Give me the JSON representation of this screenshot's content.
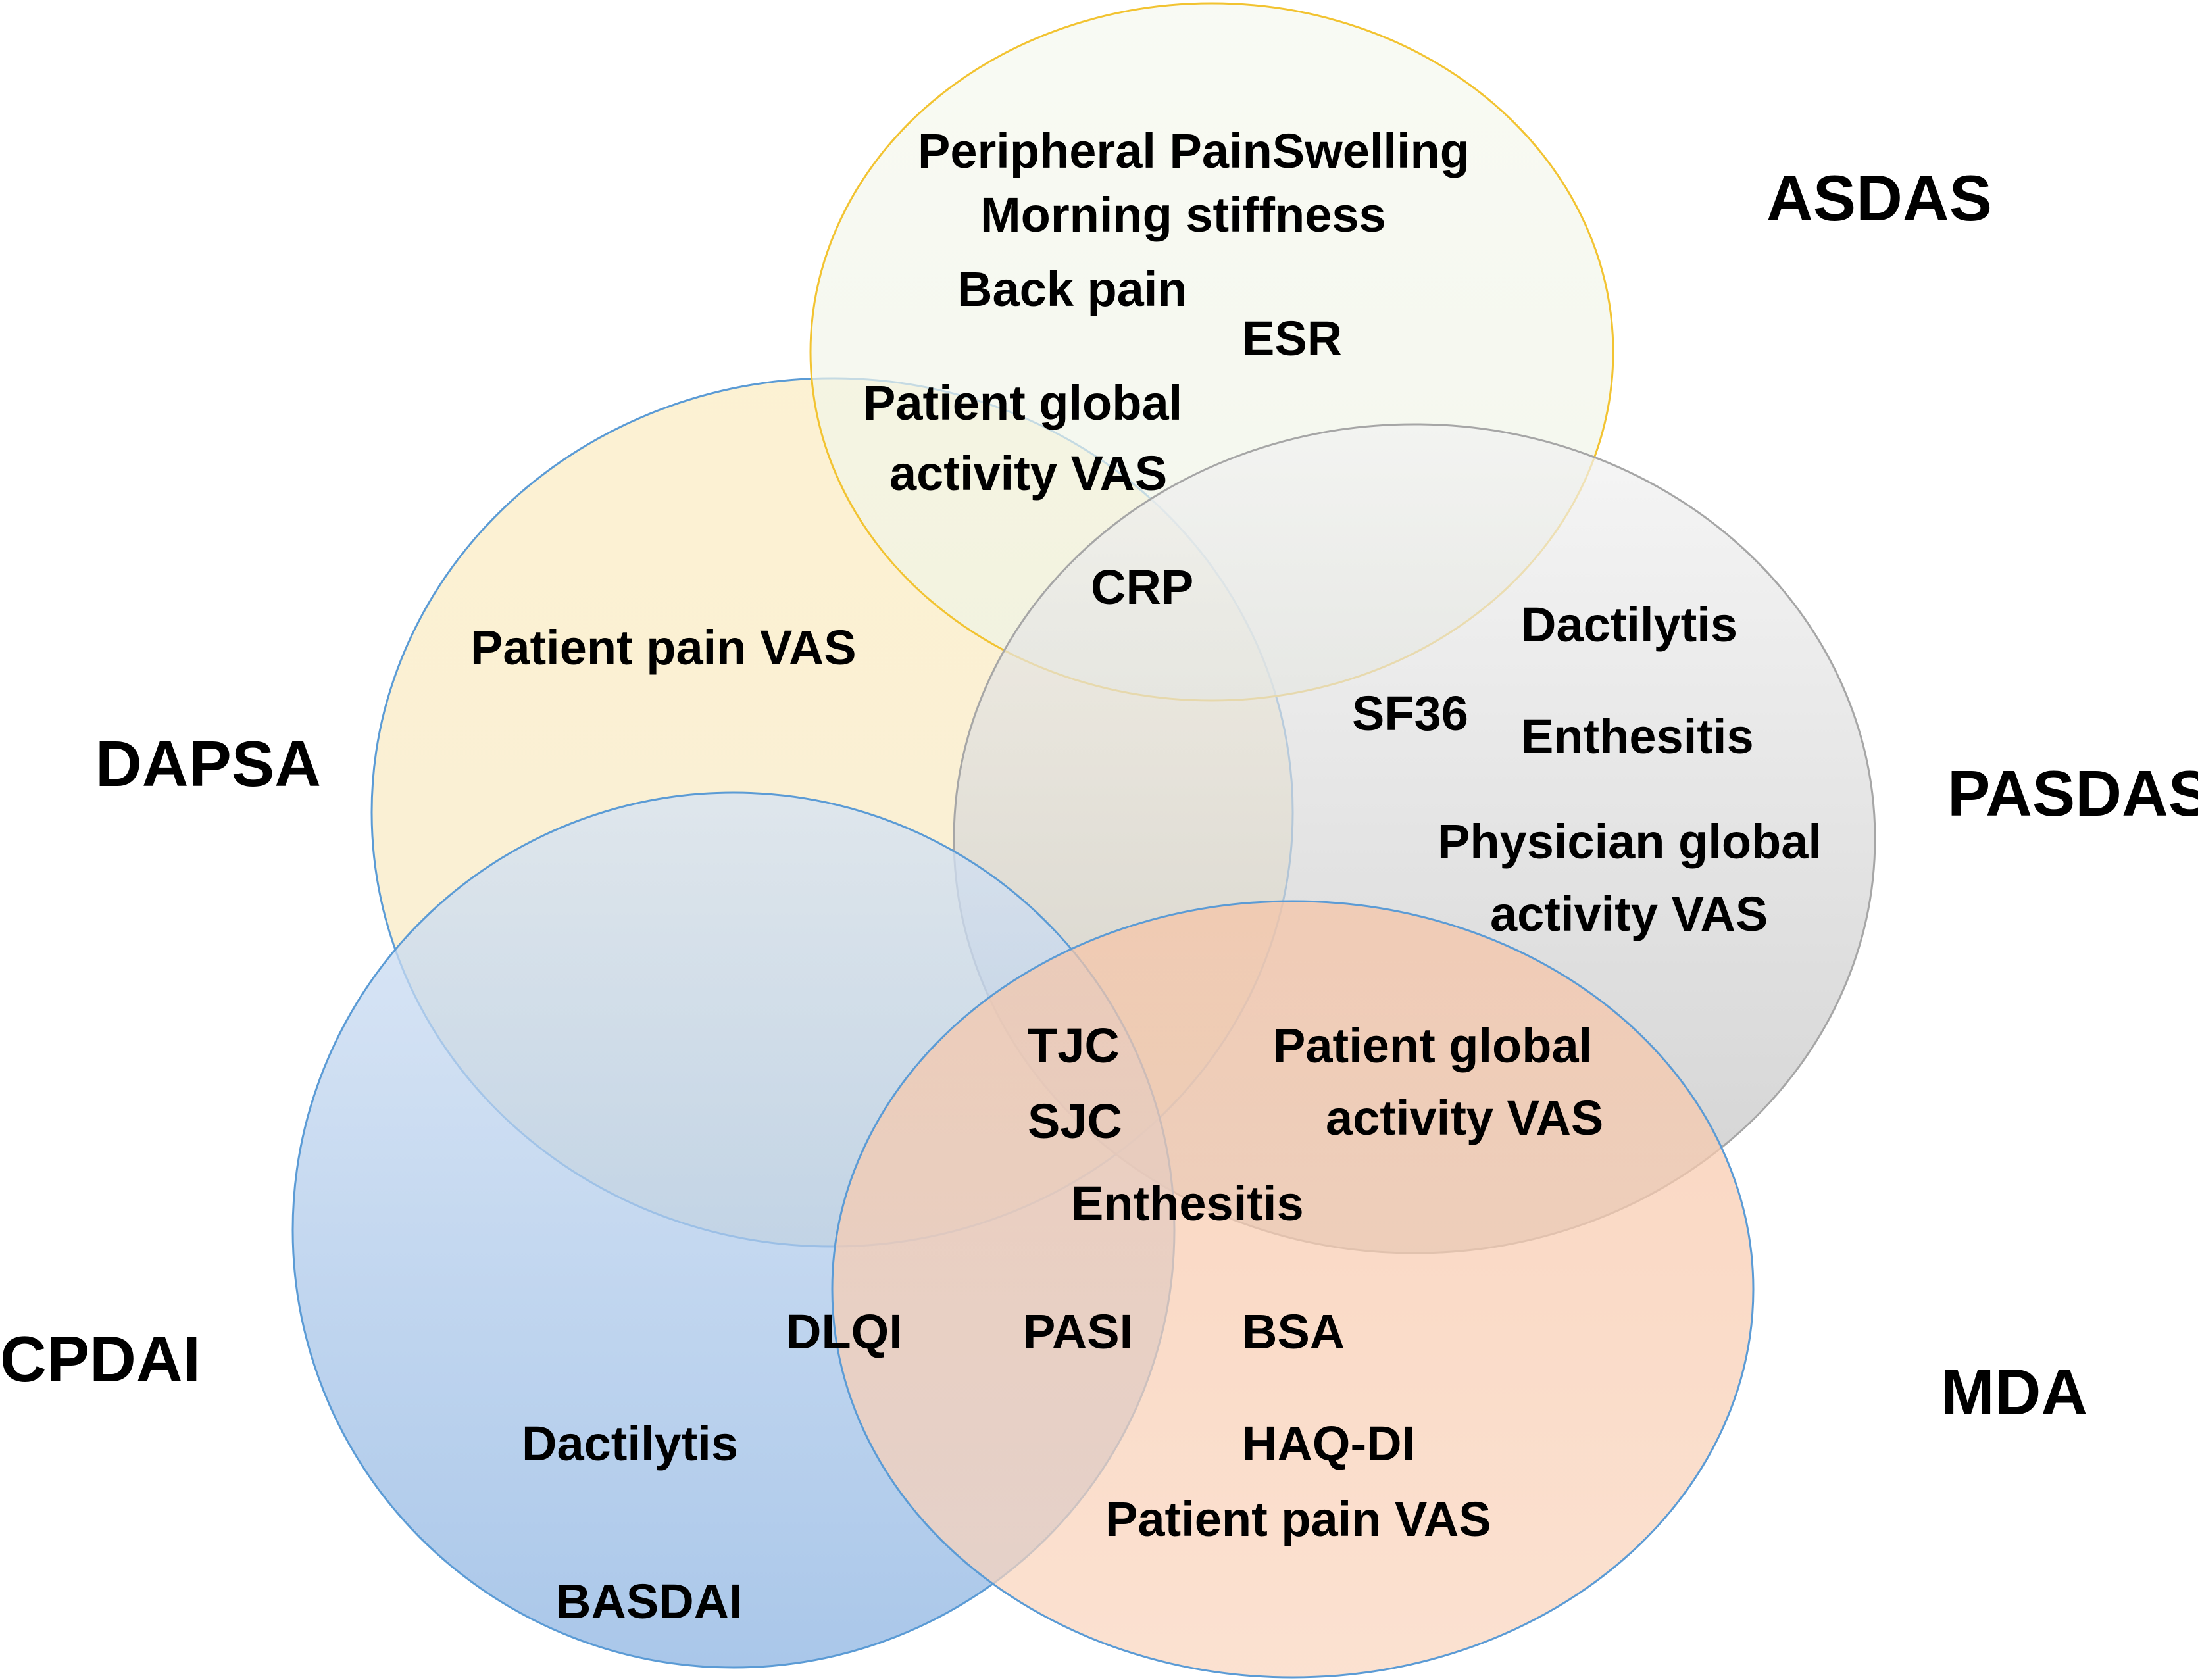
{
  "diagram": {
    "type": "venn",
    "sets": [
      {
        "id": "asdas",
        "name": "ASDAS",
        "fill_top": "#f6f8ef",
        "fill_bottom": "#eef3e4",
        "stroke": "#f2c331"
      },
      {
        "id": "dapsa",
        "name": "DAPSA",
        "fill_top": "#fcefcb",
        "fill_bottom": "#f7eccd",
        "stroke": "#5b9bd5"
      },
      {
        "id": "pasdas",
        "name": "PASDAS",
        "fill_top": "#f2f2f2",
        "fill_bottom": "#bfbfbf",
        "stroke": "#a6a6a6"
      },
      {
        "id": "cpdai",
        "name": "CPDAI",
        "fill_top": "#d6e3f4",
        "fill_bottom": "#8db4e2",
        "stroke": "#5b9bd5"
      },
      {
        "id": "mda",
        "name": "MDA",
        "fill_top": "#f6c4a6",
        "fill_bottom": "#fad6bf",
        "stroke": "#5b9bd5"
      }
    ],
    "items": [
      {
        "id": "peripheral-pain-swelling",
        "text": "Peripheral PainSwelling",
        "sets": [
          "ASDAS"
        ]
      },
      {
        "id": "morning-stiffness",
        "text": "Morning stiffness",
        "sets": [
          "ASDAS"
        ]
      },
      {
        "id": "back-pain",
        "text": "Back pain",
        "sets": [
          "ASDAS"
        ]
      },
      {
        "id": "esr",
        "text": "ESR",
        "sets": [
          "ASDAS"
        ]
      },
      {
        "id": "patient-global-1",
        "text": "Patient global",
        "sets": [
          "ASDAS",
          "DAPSA"
        ]
      },
      {
        "id": "patient-global-2",
        "text": "activity VAS",
        "sets": [
          "ASDAS",
          "DAPSA"
        ]
      },
      {
        "id": "crp",
        "text": "CRP",
        "sets": [
          "ASDAS",
          "DAPSA",
          "PASDAS"
        ]
      },
      {
        "id": "patient-pain-vas-dapsa",
        "text": "Patient pain VAS",
        "sets": [
          "DAPSA"
        ]
      },
      {
        "id": "dactylitis-pasdas",
        "text": "Dactilytis",
        "sets": [
          "PASDAS"
        ]
      },
      {
        "id": "sf36",
        "text": "SF36",
        "sets": [
          "PASDAS"
        ]
      },
      {
        "id": "enthesitis-pasdas",
        "text": "Enthesitis",
        "sets": [
          "PASDAS"
        ]
      },
      {
        "id": "physician-global-1",
        "text": "Physician global",
        "sets": [
          "PASDAS"
        ]
      },
      {
        "id": "physician-global-2",
        "text": "activity VAS",
        "sets": [
          "PASDAS"
        ]
      },
      {
        "id": "tjc",
        "text": "TJC",
        "sets": [
          "DAPSA",
          "PASDAS",
          "CPDAI",
          "MDA"
        ]
      },
      {
        "id": "sjc",
        "text": "SJC",
        "sets": [
          "DAPSA",
          "PASDAS",
          "CPDAI",
          "MDA"
        ]
      },
      {
        "id": "patient-global-mda-1",
        "text": "Patient global",
        "sets": [
          "PASDAS",
          "MDA"
        ]
      },
      {
        "id": "patient-global-mda-2",
        "text": "activity VAS",
        "sets": [
          "PASDAS",
          "MDA"
        ]
      },
      {
        "id": "enthesitis-shared",
        "text": "Enthesitis",
        "sets": [
          "PASDAS",
          "CPDAI",
          "MDA"
        ]
      },
      {
        "id": "dlqi",
        "text": "DLQI",
        "sets": [
          "CPDAI"
        ]
      },
      {
        "id": "pasi",
        "text": "PASI",
        "sets": [
          "CPDAI",
          "MDA"
        ]
      },
      {
        "id": "bsa",
        "text": "BSA",
        "sets": [
          "MDA"
        ]
      },
      {
        "id": "dactylitis-cpdai",
        "text": "Dactilytis",
        "sets": [
          "CPDAI"
        ]
      },
      {
        "id": "haq-di",
        "text": "HAQ-DI",
        "sets": [
          "MDA"
        ]
      },
      {
        "id": "patient-pain-vas-mda",
        "text": "Patient pain  VAS",
        "sets": [
          "MDA"
        ]
      },
      {
        "id": "basdai",
        "text": "BASDAI",
        "sets": [
          "CPDAI"
        ]
      }
    ]
  }
}
